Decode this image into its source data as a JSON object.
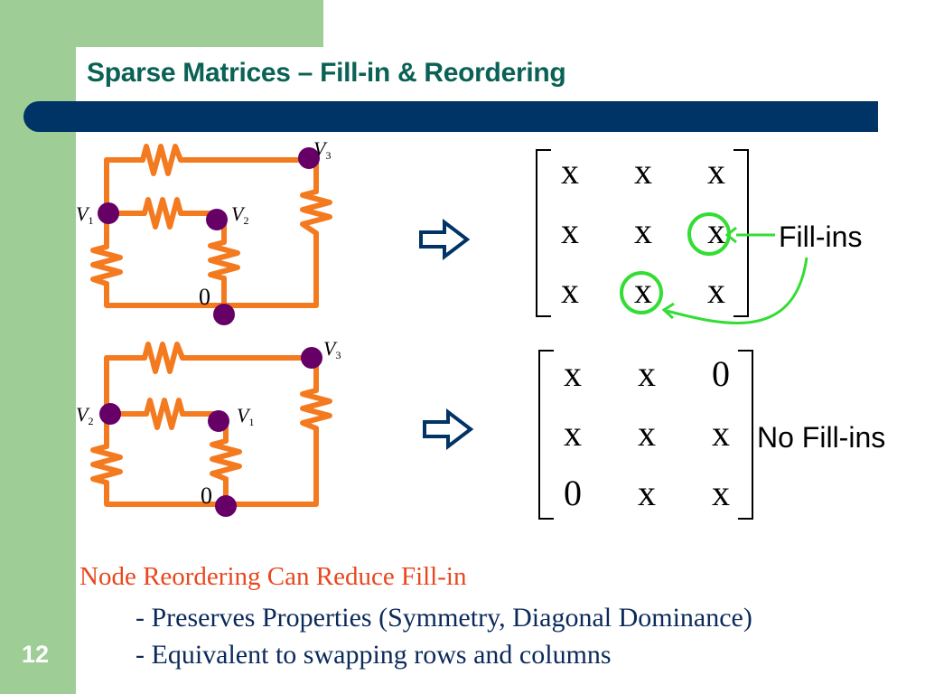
{
  "slide": {
    "title": "Sparse Matrices – Fill-in & Reordering",
    "number": "12"
  },
  "circuit_top": {
    "nodes": {
      "v1": "V",
      "v1_sub": "1",
      "v2": "V",
      "v2_sub": "2",
      "v3": "V",
      "v3_sub": "3",
      "ground": "0"
    }
  },
  "circuit_bottom": {
    "nodes": {
      "left": "V",
      "left_sub": "2",
      "middle": "V",
      "middle_sub": "1",
      "v3": "V",
      "v3_sub": "3",
      "ground": "0"
    }
  },
  "matrix_top": {
    "rows": [
      [
        "x",
        "x",
        "x"
      ],
      [
        "x",
        "x",
        "x"
      ],
      [
        "x",
        "x",
        "x"
      ]
    ],
    "label": "Fill-ins"
  },
  "matrix_bottom": {
    "rows": [
      [
        "x",
        "x",
        "0"
      ],
      [
        "x",
        "x",
        "x"
      ],
      [
        "0",
        "x",
        "x"
      ]
    ],
    "label": "No Fill-ins"
  },
  "notes": {
    "heading": "Node Reordering Can Reduce Fill-in",
    "bullet1": "- Preserves Properties (Symmetry, Diagonal Dominance)",
    "bullet2": "- Equivalent to swapping rows and columns"
  },
  "colors": {
    "sidebar": "#9fcd96",
    "bar": "#003366",
    "title": "#0a6155",
    "wire": "#f47a20",
    "node": "#660066",
    "highlight": "#33dd33",
    "heading": "#e8471f",
    "arrow": "#003366"
  },
  "icons": {
    "implies_arrow": "right-arrow-icon",
    "fill_in_pointer": "curved-arrow-icon"
  }
}
